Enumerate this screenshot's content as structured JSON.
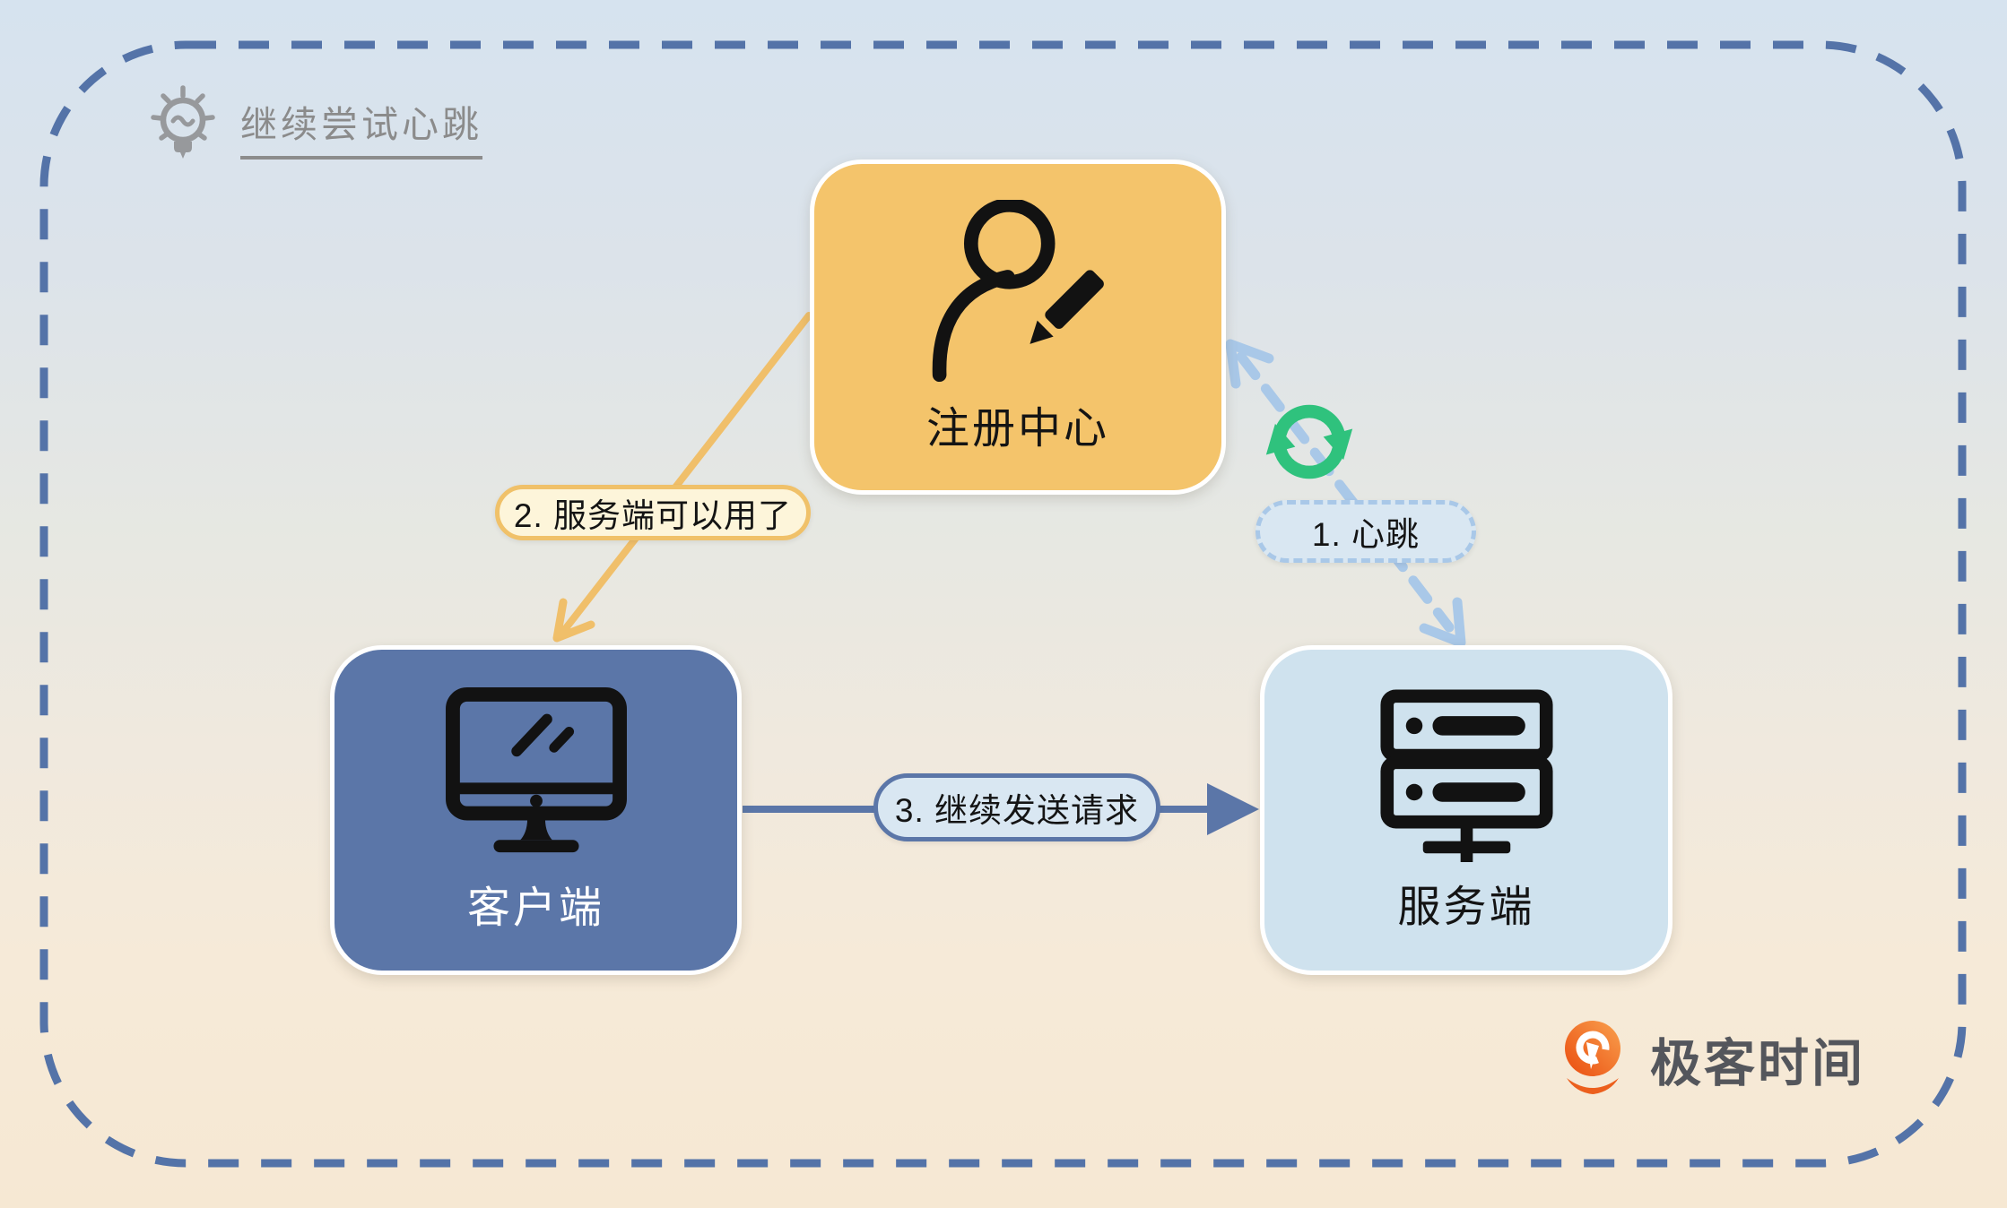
{
  "note": {
    "text": "继续尝试心跳",
    "icon": "lightbulb-icon"
  },
  "nodes": {
    "registry": {
      "label": "注册中心",
      "icon": "user-edit-icon",
      "color": "#f4c46b"
    },
    "client": {
      "label": "客户端",
      "icon": "monitor-icon",
      "color": "#5b76a8"
    },
    "server": {
      "label": "服务端",
      "icon": "server-icon",
      "color": "#cfe2ee"
    }
  },
  "edges": [
    {
      "id": "heartbeat",
      "label": "1. 心跳",
      "from": "server",
      "to": "registry",
      "style": "dashed-double-arrow",
      "color": "#a9c8e8",
      "badge_icon": "sync-icon",
      "badge_color": "#2fc27d"
    },
    {
      "id": "service-available",
      "label": "2. 服务端可以用了",
      "from": "registry",
      "to": "client",
      "style": "solid-arrow",
      "color": "#f0c169"
    },
    {
      "id": "keep-requesting",
      "label": "3. 继续发送请求",
      "from": "client",
      "to": "server",
      "style": "solid-arrow",
      "color": "#5b76a8"
    }
  ],
  "brand": {
    "name": "极客时间",
    "logo": "geektime-logo"
  },
  "colors": {
    "frame_dashed_border": "#5473a8",
    "background_top": "#d6e3ef",
    "background_bottom": "#f6e8d3",
    "note_text": "#8b8b8b",
    "heartbeat_arrow": "#a9c8e8",
    "request_arrow": "#5b76a8",
    "register_arrow": "#f0c169",
    "sync_icon": "#2fc27d",
    "brand_text": "#54565c",
    "brand_logo_orange": "#ec5f1d"
  }
}
